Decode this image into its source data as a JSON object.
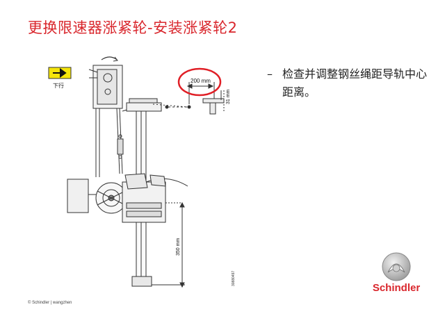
{
  "slide": {
    "title": "更换限速器涨紧轮-安装涨紧轮2",
    "bullet_dash": "–",
    "bullet_text": "检查并调整钢丝绳距导轨中心距离。",
    "footer": "© Schindler | wangzhen"
  },
  "diagram": {
    "direction_label": "下行",
    "dimension_200": "200 mm",
    "dimension_31": "31 mm",
    "dimension_350": "350 mm",
    "drawing_code": "30880497"
  },
  "logo": {
    "brand": "Schindler"
  },
  "colors": {
    "title": "#d9262c",
    "brand": "#d9262c",
    "arrow_box": "#f5e50a",
    "highlight_circle": "#e01f26"
  }
}
